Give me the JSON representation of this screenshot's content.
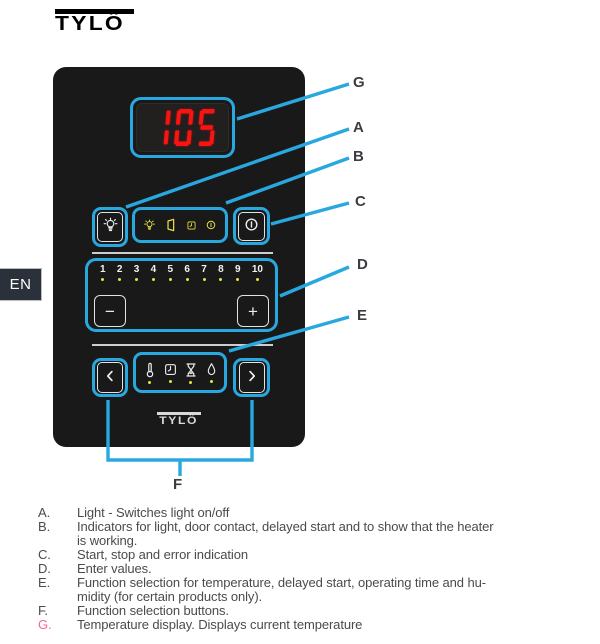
{
  "brand": {
    "logo_text": "TYLÖ"
  },
  "language_tab": {
    "label": "EN"
  },
  "panel": {
    "display": {
      "value": "105",
      "digits": [
        "1",
        "0",
        "5"
      ],
      "callout": "G"
    },
    "light_button": {
      "icon": "light-bulb-icon",
      "callout": "A"
    },
    "indicators": {
      "callout": "B",
      "icons": [
        "light-indicator-icon",
        "door-contact-icon",
        "delayed-start-icon",
        "heater-working-icon"
      ]
    },
    "power_button": {
      "icon": "power-icon",
      "callout": "C"
    },
    "value_selector": {
      "callout": "D",
      "numbers": [
        "1",
        "2",
        "3",
        "4",
        "5",
        "6",
        "7",
        "8",
        "9",
        "10"
      ],
      "minus_label": "−",
      "plus_label": "+"
    },
    "functions": {
      "callout": "E",
      "icons": [
        "temperature-icon",
        "delayed-start-icon",
        "operating-time-icon",
        "humidity-icon"
      ]
    },
    "nav_buttons": {
      "callout": "F",
      "left_icon": "chevron-left-icon",
      "right_icon": "chevron-right-icon"
    },
    "footer_logo": "TYLÖ"
  },
  "callout_letters": [
    "G",
    "A",
    "B",
    "C",
    "D",
    "E",
    "F"
  ],
  "legend": {
    "items": [
      {
        "label": "A.",
        "lines": [
          "Light - Switches light on/off"
        ]
      },
      {
        "label": "B.",
        "lines": [
          "Indicators for light, door contact, delayed start and to show that the heater",
          "is working."
        ]
      },
      {
        "label": "C.",
        "lines": [
          "Start, stop and error indication"
        ]
      },
      {
        "label": "D.",
        "lines": [
          "Enter values."
        ]
      },
      {
        "label": "E.",
        "lines": [
          "Function selection for temperature, delayed start, operating time and hu-",
          "midity (for certain products only)."
        ]
      },
      {
        "label": "F.",
        "lines": [
          "Function selection buttons."
        ]
      },
      {
        "label": "G.",
        "lines": [
          "Temperature display. Displays current temperature"
        ],
        "highlight": true
      }
    ]
  },
  "colors": {
    "accent_blue": "#29a8e0",
    "indicator_yellow": "#e8e33e",
    "display_red": "#fa1411",
    "legend_highlight_pink": "#f4679d",
    "panel_black": "#191919"
  }
}
